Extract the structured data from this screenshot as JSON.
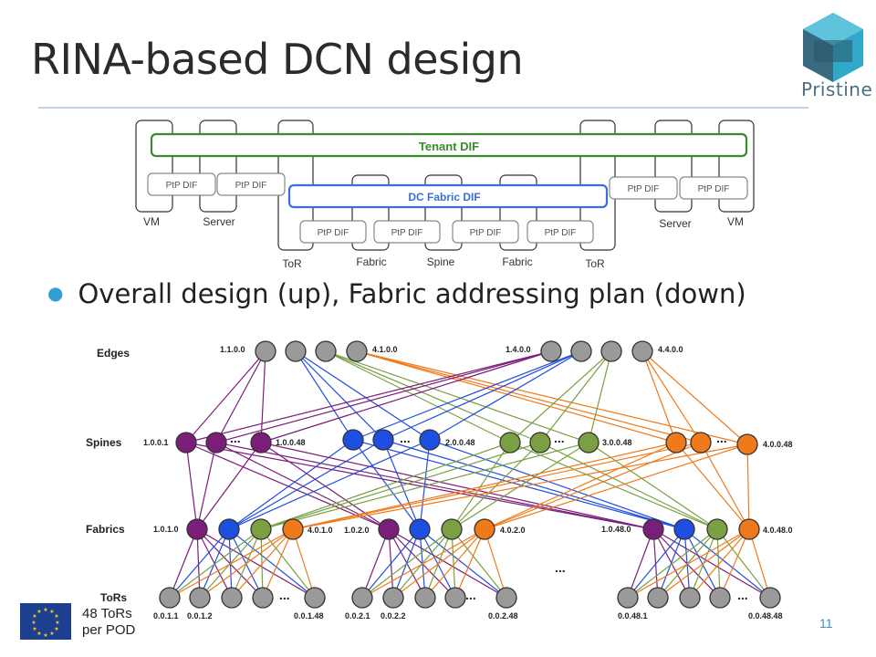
{
  "slide": {
    "title": "RINA-based DCN design",
    "bullet": "Overall design (up), Fabric addressing plan (down)",
    "logo_text": "Pristine",
    "eu_caption": [
      "48 ToRs",
      "per POD"
    ],
    "page_number": "11"
  },
  "top_diagram": {
    "tenant_dif": "Tenant DIF",
    "fabric_dif": "DC Fabric DIF",
    "ptp_label": "PtP DIF",
    "node_labels": [
      "VM",
      "Server",
      "ToR",
      "Fabric",
      "Spine",
      "Fabric",
      "ToR",
      "Server",
      "VM"
    ],
    "colors": {
      "tenant": "#3a8a2e",
      "fabric": "#3c6fd6"
    }
  },
  "bottom_diagram": {
    "row_labels": [
      "Edges",
      "Spines",
      "Fabrics",
      "ToRs"
    ],
    "edge_labels": [
      "1.1.0.0",
      "4.1.0.0",
      "1.4.0.0",
      "4.4.0.0"
    ],
    "spine_labels": [
      "1.0.0.1",
      "1.0.0.48",
      "2.0.0.48",
      "3.0.0.48",
      "4.0.0.48"
    ],
    "fabric_labels": [
      "1.0.1.0",
      "4.0.1.0",
      "1.0.2.0",
      "4.0.2.0",
      "1.0.48.0",
      "4.0.48.0"
    ],
    "tor_labels": [
      "0.0.1.1",
      "0.0.1.2",
      "0.0.1.48",
      "0.0.2.1",
      "0.0.2.2",
      "0.0.2.48",
      "0.0.48.1",
      "0.0.48.48"
    ],
    "ellipsis": "...",
    "colors": {
      "purple": "#7b1e7a",
      "blue": "#1f4fe0",
      "green": "#7aa043",
      "orange": "#f07a1a",
      "gray": "#9a9a9a"
    }
  }
}
